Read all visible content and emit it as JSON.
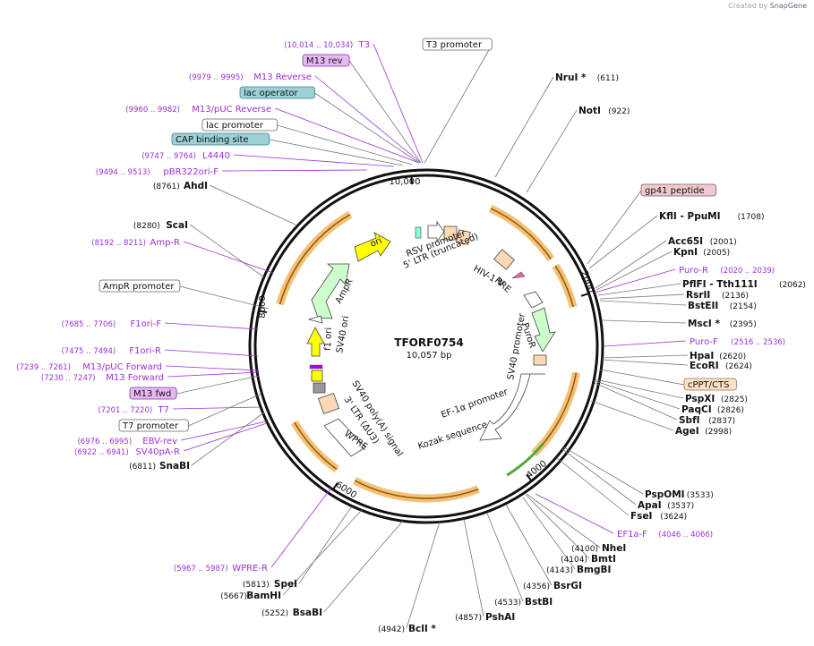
{
  "branding": {
    "created_by": "Created by",
    "product": "SnapGene"
  },
  "plasmid": {
    "name": "TFORF0754",
    "size_label": "10,057 bp",
    "length": 10057
  },
  "colors": {
    "backbone": "#111111",
    "site_line": "#777777",
    "primer": "#9b30d9",
    "feature_label": "#333333",
    "gene_fill": "#ccffcc",
    "promoter_fill": "#ffffff",
    "ori_fill": "#ffff00",
    "ltr_fill": "#fcd9b4",
    "orange_feature": "#f0b050"
  },
  "ticks": [
    {
      "label": "10,000"
    },
    {
      "label": "2000"
    },
    {
      "label": "4000"
    },
    {
      "label": "6000"
    },
    {
      "label": "8000"
    }
  ],
  "sites": [
    {
      "name": "NruI *",
      "pos": "(611)"
    },
    {
      "name": "NotI",
      "pos": "(922)"
    },
    {
      "name": "KflI - PpuMI",
      "pos": "(1708)"
    },
    {
      "name": "Acc65I",
      "pos": "(2001)"
    },
    {
      "name": "KpnI",
      "pos": "(2005)"
    },
    {
      "name": "PflFI - Tth111I",
      "pos": "(2062)"
    },
    {
      "name": "RsrII",
      "pos": "(2136)"
    },
    {
      "name": "BstEII",
      "pos": "(2154)"
    },
    {
      "name": "MscI *",
      "pos": "(2395)"
    },
    {
      "name": "HpaI",
      "pos": "(2620)"
    },
    {
      "name": "EcoRI",
      "pos": "(2624)"
    },
    {
      "name": "PspXI",
      "pos": "(2825)"
    },
    {
      "name": "PaqCI",
      "pos": "(2826)"
    },
    {
      "name": "SbfI",
      "pos": "(2837)"
    },
    {
      "name": "AgeI",
      "pos": "(2998)"
    },
    {
      "name": "PspOMI",
      "pos": "(3533)"
    },
    {
      "name": "ApaI",
      "pos": "(3537)"
    },
    {
      "name": "FseI",
      "pos": "(3624)"
    },
    {
      "name": "NheI",
      "pos": "(4100)"
    },
    {
      "name": "BmtI",
      "pos": "(4104)"
    },
    {
      "name": "BmgBI",
      "pos": "(4143)"
    },
    {
      "name": "BsrGI",
      "pos": "(4356)"
    },
    {
      "name": "BstBI",
      "pos": "(4533)"
    },
    {
      "name": "PshAI",
      "pos": "(4857)"
    },
    {
      "name": "BclI *",
      "pos": "(4942)"
    },
    {
      "name": "BsaBI",
      "pos": "(5252)"
    },
    {
      "name": "BamHI",
      "pos": "(5667)"
    },
    {
      "name": "SpeI",
      "pos": "(5813)"
    },
    {
      "name": "SnaBI",
      "pos": "(6811)"
    },
    {
      "name": "ScaI",
      "pos": "(8280)"
    },
    {
      "name": "AhdI",
      "pos": "(8761)"
    }
  ],
  "primers": [
    {
      "name": "T3",
      "pos": "(10,014 .. 10,034)"
    },
    {
      "name": "M13 Reverse",
      "pos": "(9979 .. 9995)"
    },
    {
      "name": "M13/pUC Reverse",
      "pos": "(9960 .. 9982)"
    },
    {
      "name": "L4440",
      "pos": "(9747 .. 9764)"
    },
    {
      "name": "pBR322ori-F",
      "pos": "(9494 .. 9513)"
    },
    {
      "name": "Amp-R",
      "pos": "(8192 .. 8211)"
    },
    {
      "name": "F1ori-F",
      "pos": "(7685 .. 7706)"
    },
    {
      "name": "F1ori-R",
      "pos": "(7475 .. 7494)"
    },
    {
      "name": "M13/pUC Forward",
      "pos": "(7239 .. 7261)"
    },
    {
      "name": "M13 Forward",
      "pos": "(7230 .. 7247)"
    },
    {
      "name": "T7",
      "pos": "(7201 .. 7220)"
    },
    {
      "name": "EBV-rev",
      "pos": "(6976 .. 6995)"
    },
    {
      "name": "SV40pA-R",
      "pos": "(6922 .. 6941)"
    },
    {
      "name": "WPRE-R",
      "pos": "(5967 .. 5987)"
    },
    {
      "name": "Puro-R",
      "pos": "(2020 .. 2039)"
    },
    {
      "name": "Puro-F",
      "pos": "(2516 .. 2536)"
    },
    {
      "name": "EF1a-F",
      "pos": "(4046 .. 4066)"
    }
  ],
  "boxed_labels": [
    {
      "text": "T3 promoter",
      "style": "white"
    },
    {
      "text": "M13 rev",
      "style": "purple"
    },
    {
      "text": "lac operator",
      "style": "teal"
    },
    {
      "text": "lac promoter",
      "style": "white"
    },
    {
      "text": "CAP binding site",
      "style": "teal"
    },
    {
      "text": "AmpR promoter",
      "style": "white"
    },
    {
      "text": "M13 fwd",
      "style": "purple"
    },
    {
      "text": "T7 promoter",
      "style": "white"
    },
    {
      "text": "gp41 peptide",
      "style": "pink"
    },
    {
      "text": "cPPT/CTS",
      "style": "peach"
    }
  ],
  "inner_features": [
    {
      "text": "ori"
    },
    {
      "text": "RSV promoter"
    },
    {
      "text": "5' LTR (truncated)"
    },
    {
      "text": "HIV-1 Ψ"
    },
    {
      "text": "RRE"
    },
    {
      "text": "AmpR"
    },
    {
      "text": "f1 ori"
    },
    {
      "text": "SV40 ori"
    },
    {
      "text": "SV40 promoter"
    },
    {
      "text": "PuroR"
    },
    {
      "text": "SV40 poly(A) signal"
    },
    {
      "text": "3' LTR (ΔU3)"
    },
    {
      "text": "WPRE"
    },
    {
      "text": "EF-1α promoter"
    },
    {
      "text": "Kozak sequence"
    }
  ]
}
